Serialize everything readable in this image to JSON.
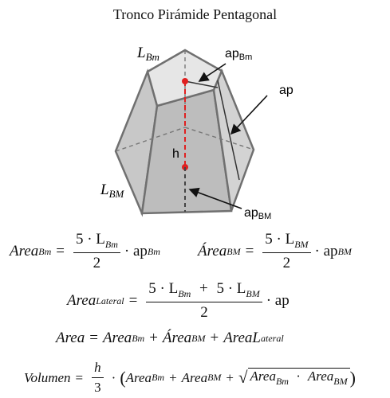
{
  "title": "Tronco Pirámide Pentagonal",
  "labels": {
    "L_Bm": {
      "base": "L",
      "sub": "Bm"
    },
    "L_BM": {
      "base": "L",
      "sub": "BM"
    },
    "ap_Bm": {
      "base": "ap",
      "sub": "Bm"
    },
    "ap": "ap",
    "h": "h",
    "ap_BM": {
      "base": "ap",
      "sub": "BM"
    }
  },
  "formulas": {
    "area_Bm": {
      "lhs": "Area",
      "lhs_sub": "Bm",
      "eq": "=",
      "num": "5 · L",
      "num_sub": "Bm",
      "den": "2",
      "tail": "· ap",
      "tail_sub": "Bm"
    },
    "area_BM": {
      "lhs": "Área",
      "lhs_sub": "BM",
      "eq": "=",
      "num": "5 · L",
      "num_sub": "BM",
      "den": "2",
      "tail": "· ap",
      "tail_sub": "BM"
    },
    "area_lateral": {
      "lhs": "Area",
      "lhs_sub": "Lateral",
      "eq": "=",
      "num_a": "5 · L",
      "num_a_sub": "Bm",
      "plus": "+",
      "num_b": "5 · L",
      "num_b_sub": "BM",
      "den": "2",
      "tail": "· ap"
    },
    "area_total": {
      "lhs": "Area",
      "eq": "=",
      "t1": "Area",
      "t1_sub": "Bm",
      "plus1": "+",
      "t2": "Área",
      "t2_sub": "BM",
      "plus2": "+",
      "t3": "AreaL",
      "t3_sub": "ateral"
    },
    "volumen": {
      "lhs": "Volumen",
      "eq": "=",
      "num": "h",
      "den": "3",
      "dot": "·",
      "lparen": "(",
      "t1": "Area",
      "t1_sub": "Bm",
      "plus1": "+",
      "t2": "Area",
      "t2_sub": "BM",
      "plus2": "+",
      "sqrt": "√",
      "r1": "Area",
      "r1_sub": "Bm",
      "rdot": "·",
      "r2": "Area",
      "r2_sub": "BM",
      "rparen": ")"
    }
  }
}
